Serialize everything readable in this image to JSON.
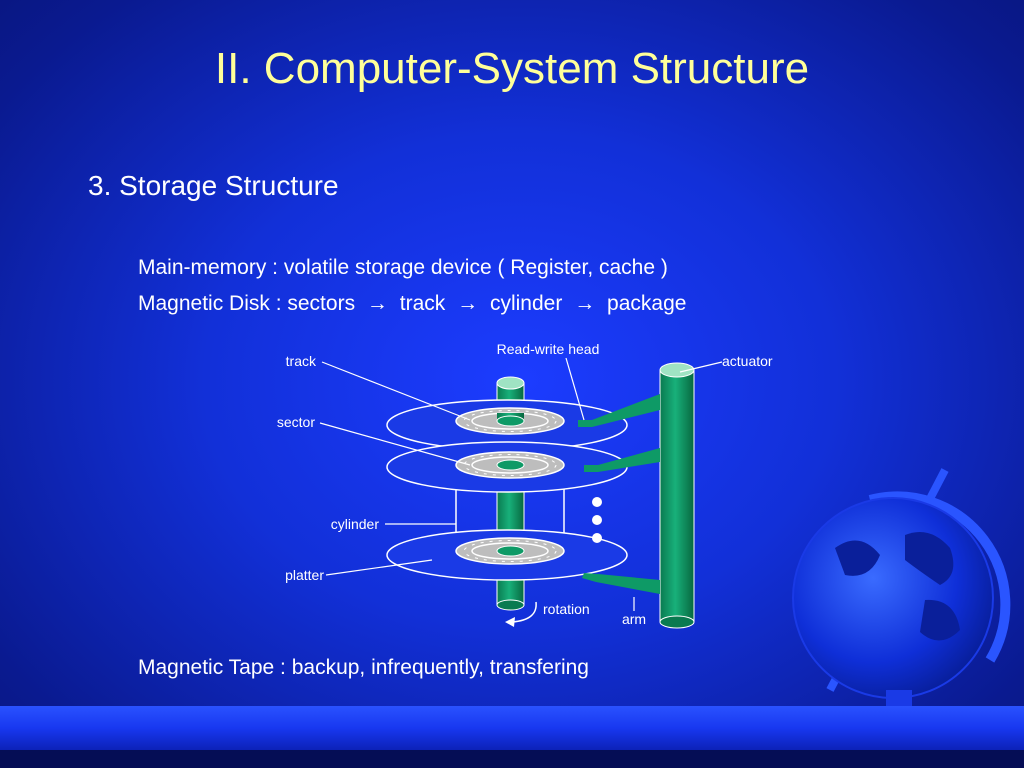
{
  "slide": {
    "title": "II. Computer-System Structure",
    "section_heading": "3. Storage Structure",
    "lines": [
      {
        "text": "Main-memory : volatile storage device ( Register, cache )"
      },
      {
        "parts": [
          "Magnetic Disk : sectors",
          "→",
          "track",
          "→",
          "cylinder",
          "→",
          "package"
        ]
      },
      {
        "text": "Magnetic Tape : backup, infrequently, transfering"
      }
    ]
  },
  "diagram": {
    "labels": {
      "track": "track",
      "sector": "sector",
      "cylinder": "cylinder",
      "platter": "platter",
      "read_write_head": "Read-write head",
      "actuator": "actuator",
      "rotation": "rotation",
      "arm": "arm"
    }
  },
  "colors": {
    "title_text": "#ffff99",
    "body_text": "#ffffff",
    "background": "#1230d8",
    "spindle_green": "#0e9a66",
    "platter_gray": "#bdbdbd"
  },
  "icons": {
    "arrow": "right-arrow-icon",
    "globe": "globe-icon",
    "rotation": "rotation-arrow-icon"
  }
}
